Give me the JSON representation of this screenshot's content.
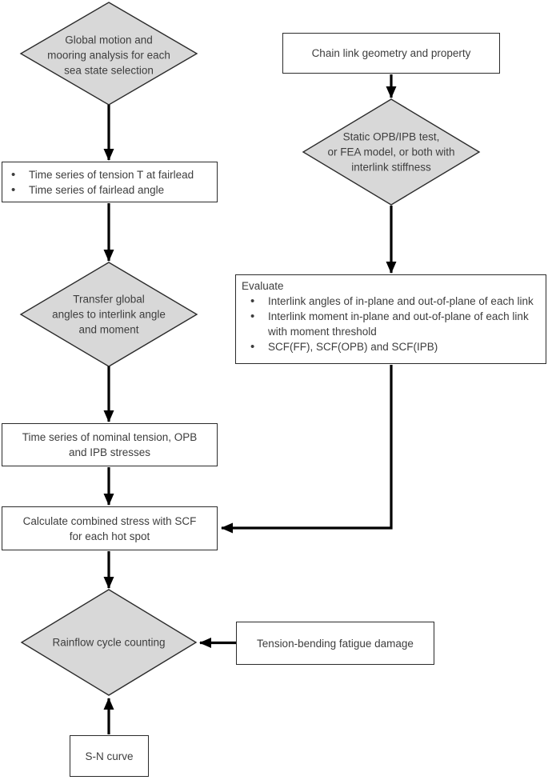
{
  "diagram": {
    "colors": {
      "diamond_fill": "#d8d8d8",
      "border": "#2b2b2b",
      "arrow": "#000000",
      "text": "#3d3d3d"
    },
    "nodes": {
      "global_motion": {
        "lines": [
          "Global motion and",
          "mooring analysis for each",
          "sea state selection"
        ]
      },
      "chain_link": {
        "text": "Chain link geometry and property"
      },
      "static_test": {
        "lines": [
          "Static OPB/IPB test,",
          "or FEA model, or both with",
          "interlink stiffness"
        ]
      },
      "time_series_fairlead": {
        "items": [
          "Time series of tension T at fairlead",
          "Time series of fairlead angle"
        ]
      },
      "transfer_global": {
        "lines": [
          "Transfer global",
          "angles to interlink angle",
          "and moment"
        ]
      },
      "evaluate": {
        "title": "Evaluate",
        "items": [
          "Interlink angles of in-plane and out-of-plane of each link",
          "Interlink moment in-plane and out-of-plane of each link with moment threshold",
          "SCF(FF), SCF(OPB) and SCF(IPB)"
        ]
      },
      "nominal_tension": {
        "lines": [
          "Time series of nominal tension, OPB",
          "and IPB stresses"
        ]
      },
      "combined_stress": {
        "lines": [
          "Calculate combined stress with SCF",
          "for each hot spot"
        ]
      },
      "rainflow": {
        "text": "Rainflow cycle counting"
      },
      "tension_bending": {
        "text": "Tension-bending fatigue damage"
      },
      "sn_curve": {
        "text": "S-N curve"
      }
    }
  }
}
